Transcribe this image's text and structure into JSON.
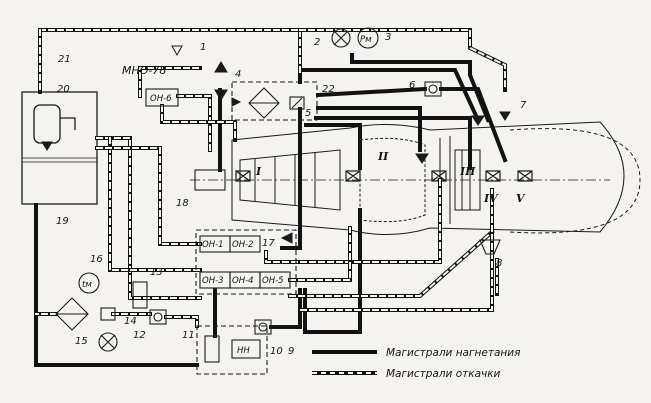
{
  "diagram": {
    "callouts": [
      "1",
      "2",
      "3",
      "4",
      "5",
      "6",
      "7",
      "8",
      "9",
      "10",
      "11",
      "12",
      "13",
      "14",
      "15",
      "16",
      "17",
      "18",
      "19",
      "20",
      "21",
      "22"
    ],
    "roman_numerals": [
      "I",
      "II",
      "III",
      "IV",
      "V"
    ],
    "pumps": [
      "ОН-1",
      "ОН-2",
      "ОН-3",
      "ОН-4",
      "ОН-5",
      "ОН-6",
      "НН"
    ],
    "oil_grade": "МНО-78",
    "gauge_symbol": "Pм",
    "temp_symbol": "tм",
    "legend": {
      "pressure_lines": "Магистрали нагнетания",
      "scavenge_lines": "Магистрали откачки"
    }
  }
}
